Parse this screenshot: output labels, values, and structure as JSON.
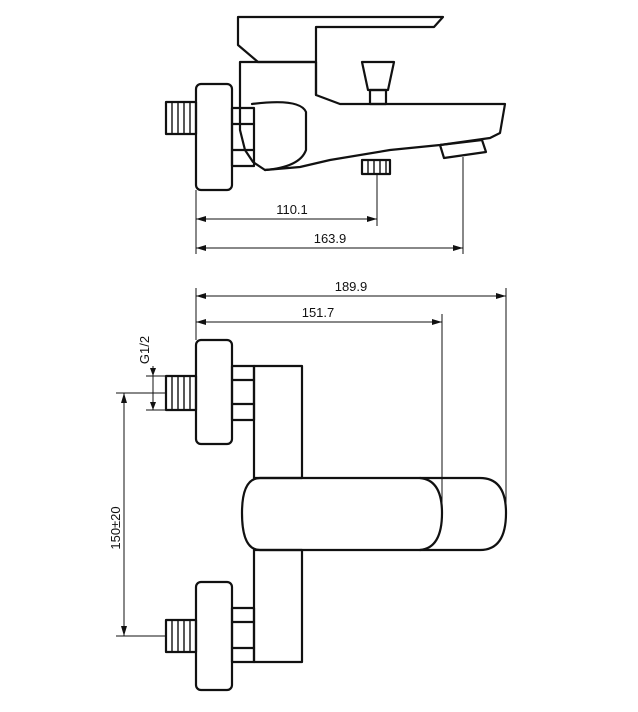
{
  "dimensions": {
    "side_view": {
      "pipe_to_mid": "110.1",
      "pipe_to_spout": "163.9"
    },
    "front_view": {
      "overall_length": "189.9",
      "to_handle": "151.7",
      "thread": "G1/2",
      "inlet_spacing": "150±20"
    }
  }
}
